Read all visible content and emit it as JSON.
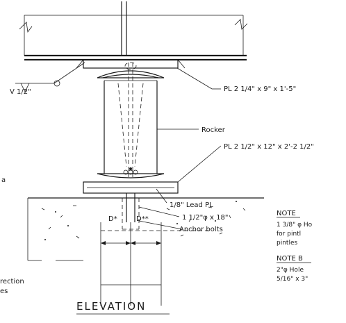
{
  "labels": {
    "weld_symbol": "V 1/2\"",
    "plate_top": "PL 2 1/4\" x 9\" x 1'-5\"",
    "rocker": "Rocker",
    "plate_bottom": "PL 2 1/2\" x 12\" x 2'-2 1/2\"",
    "lead_plate": "1/8\" Lead PL",
    "bolt_size": "1 1/2\"φ x 18\"",
    "anchor_bolts": "Anchor bolts",
    "dim_d1": "D*",
    "dim_d2": "D**",
    "direction": "rection",
    "direction_2": "es",
    "left_edge_a": "a",
    "elevation": "ELEVATION"
  },
  "notes": {
    "note1_heading": "NOTE",
    "note1_line1": "1 3/8\" φ Ho",
    "note1_line2": "for pintl",
    "note1_line3": "pintles",
    "note2_heading": "NOTE B",
    "note2_line1": "2\"φ Hole",
    "note2_line2": "5/16\" x 3\""
  }
}
